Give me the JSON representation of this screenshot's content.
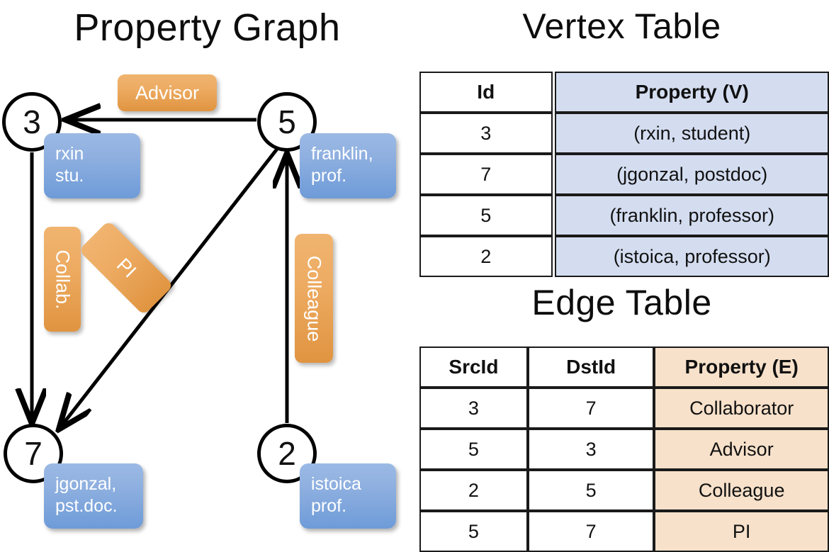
{
  "titles": {
    "property_graph": "Property Graph",
    "vertex_table": "Vertex Table",
    "edge_table": "Edge Table"
  },
  "graph": {
    "nodes": [
      {
        "id": "3",
        "prop_line1": "rxin",
        "prop_line2": "stu."
      },
      {
        "id": "5",
        "prop_line1": "franklin,",
        "prop_line2": "prof."
      },
      {
        "id": "7",
        "prop_line1": "jgonzal,",
        "prop_line2": "pst.doc."
      },
      {
        "id": "2",
        "prop_line1": "istoica",
        "prop_line2": "prof."
      }
    ],
    "edge_labels": {
      "advisor": "Advisor",
      "collab": "Collab.",
      "pi": "PI",
      "colleague": "Colleague"
    }
  },
  "vertex_table": {
    "headers": [
      "Id",
      "Property (V)"
    ],
    "rows": [
      {
        "id": "3",
        "property": "(rxin, student)"
      },
      {
        "id": "7",
        "property": "(jgonzal, postdoc)"
      },
      {
        "id": "5",
        "property": "(franklin, professor)"
      },
      {
        "id": "2",
        "property": "(istoica, professor)"
      }
    ],
    "header_fill": "#d4ddf0"
  },
  "edge_table": {
    "headers": [
      "SrcId",
      "DstId",
      "Property (E)"
    ],
    "rows": [
      {
        "src": "3",
        "dst": "7",
        "property": "Collaborator"
      },
      {
        "src": "5",
        "dst": "3",
        "property": "Advisor"
      },
      {
        "src": "2",
        "dst": "5",
        "property": "Colleague"
      },
      {
        "src": "5",
        "dst": "7",
        "property": "PI"
      }
    ],
    "header_fill": "#f7e1ca"
  },
  "colors": {
    "node_blue_top": "#9cb9e4",
    "node_blue_bottom": "#6e9bd8",
    "edge_orange_top": "#f0b470",
    "edge_orange_bottom": "#e09440",
    "vertex_fill": "#d4ddf0",
    "edge_fill": "#f7e1ca",
    "stroke": "#000000"
  }
}
